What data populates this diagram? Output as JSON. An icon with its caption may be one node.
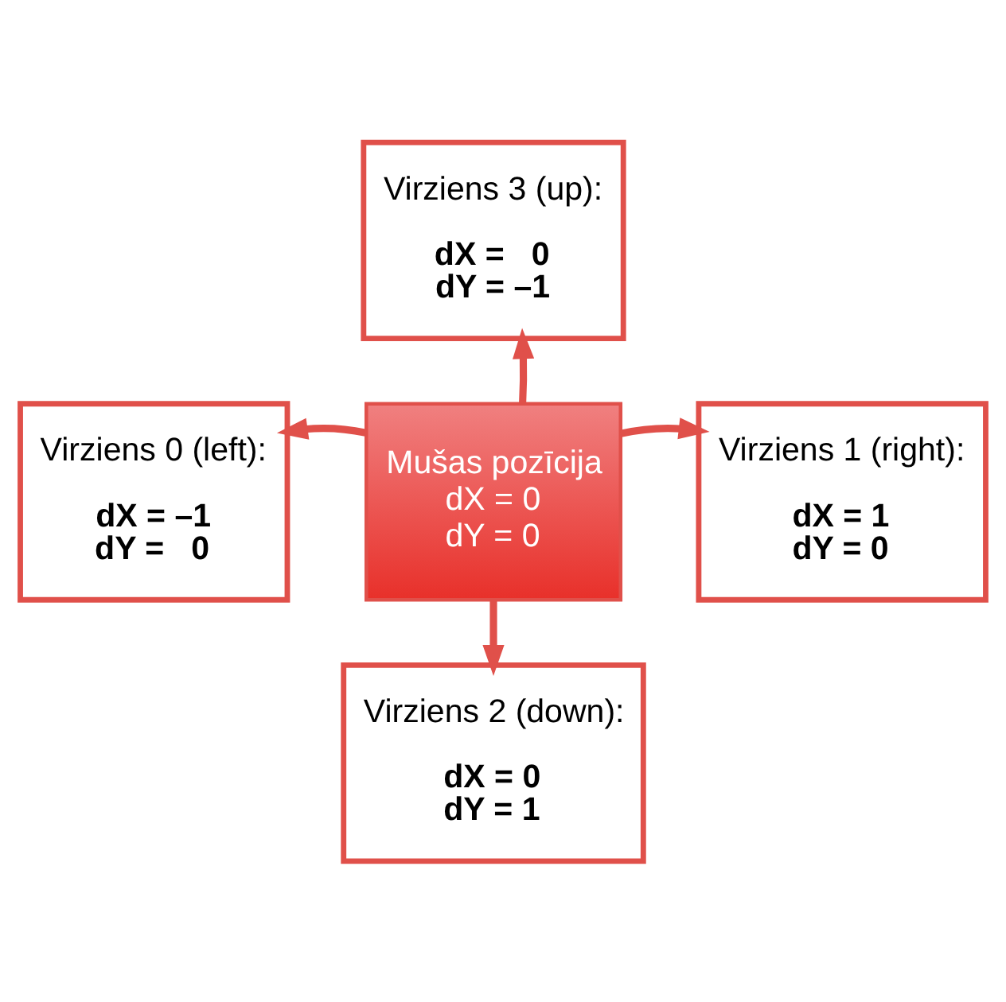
{
  "diagram": {
    "nodes": [
      {
        "text": [
          "Virziens 3 (up):",
          "dX =   0",
          "dY = –1"
        ]
      },
      {
        "text": [
          "Virziens 0 (left):",
          "dX = –1",
          "dY =   0"
        ]
      },
      {
        "text": [
          "Mušas pozīcija",
          "dX = 0",
          "dY = 0"
        ]
      },
      {
        "text": [
          "Virziens 1 (right):",
          "dX = 1",
          "dY = 0"
        ]
      },
      {
        "text": [
          "Virziens 2 (down):",
          "dX = 0",
          "dY = 1"
        ]
      }
    ],
    "edges": [
      {
        "from": 2,
        "to": 0,
        "arrow": "to"
      },
      {
        "from": 2,
        "to": 1,
        "arrow": "to"
      },
      {
        "from": 2,
        "to": 3,
        "arrow": "to"
      },
      {
        "from": 2,
        "to": 4,
        "arrow": "to"
      }
    ]
  }
}
